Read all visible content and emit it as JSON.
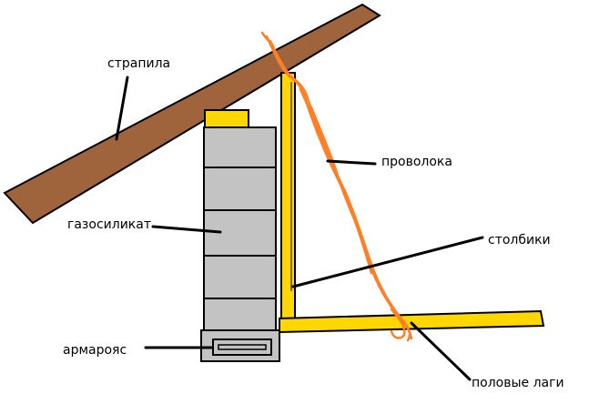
{
  "labels": {
    "rafter": "страпила",
    "wire": "проволока",
    "aerated_block": "газосиликат",
    "posts": "столбики",
    "reinforced_belt": "армарояс",
    "floor_joists": "половые лаги"
  },
  "colors": {
    "rafter_fill": "#a0643c",
    "block_fill": "#c3c3c3",
    "post_fill": "#ffd700",
    "wire": "#ff7f27",
    "outline": "#000000"
  }
}
